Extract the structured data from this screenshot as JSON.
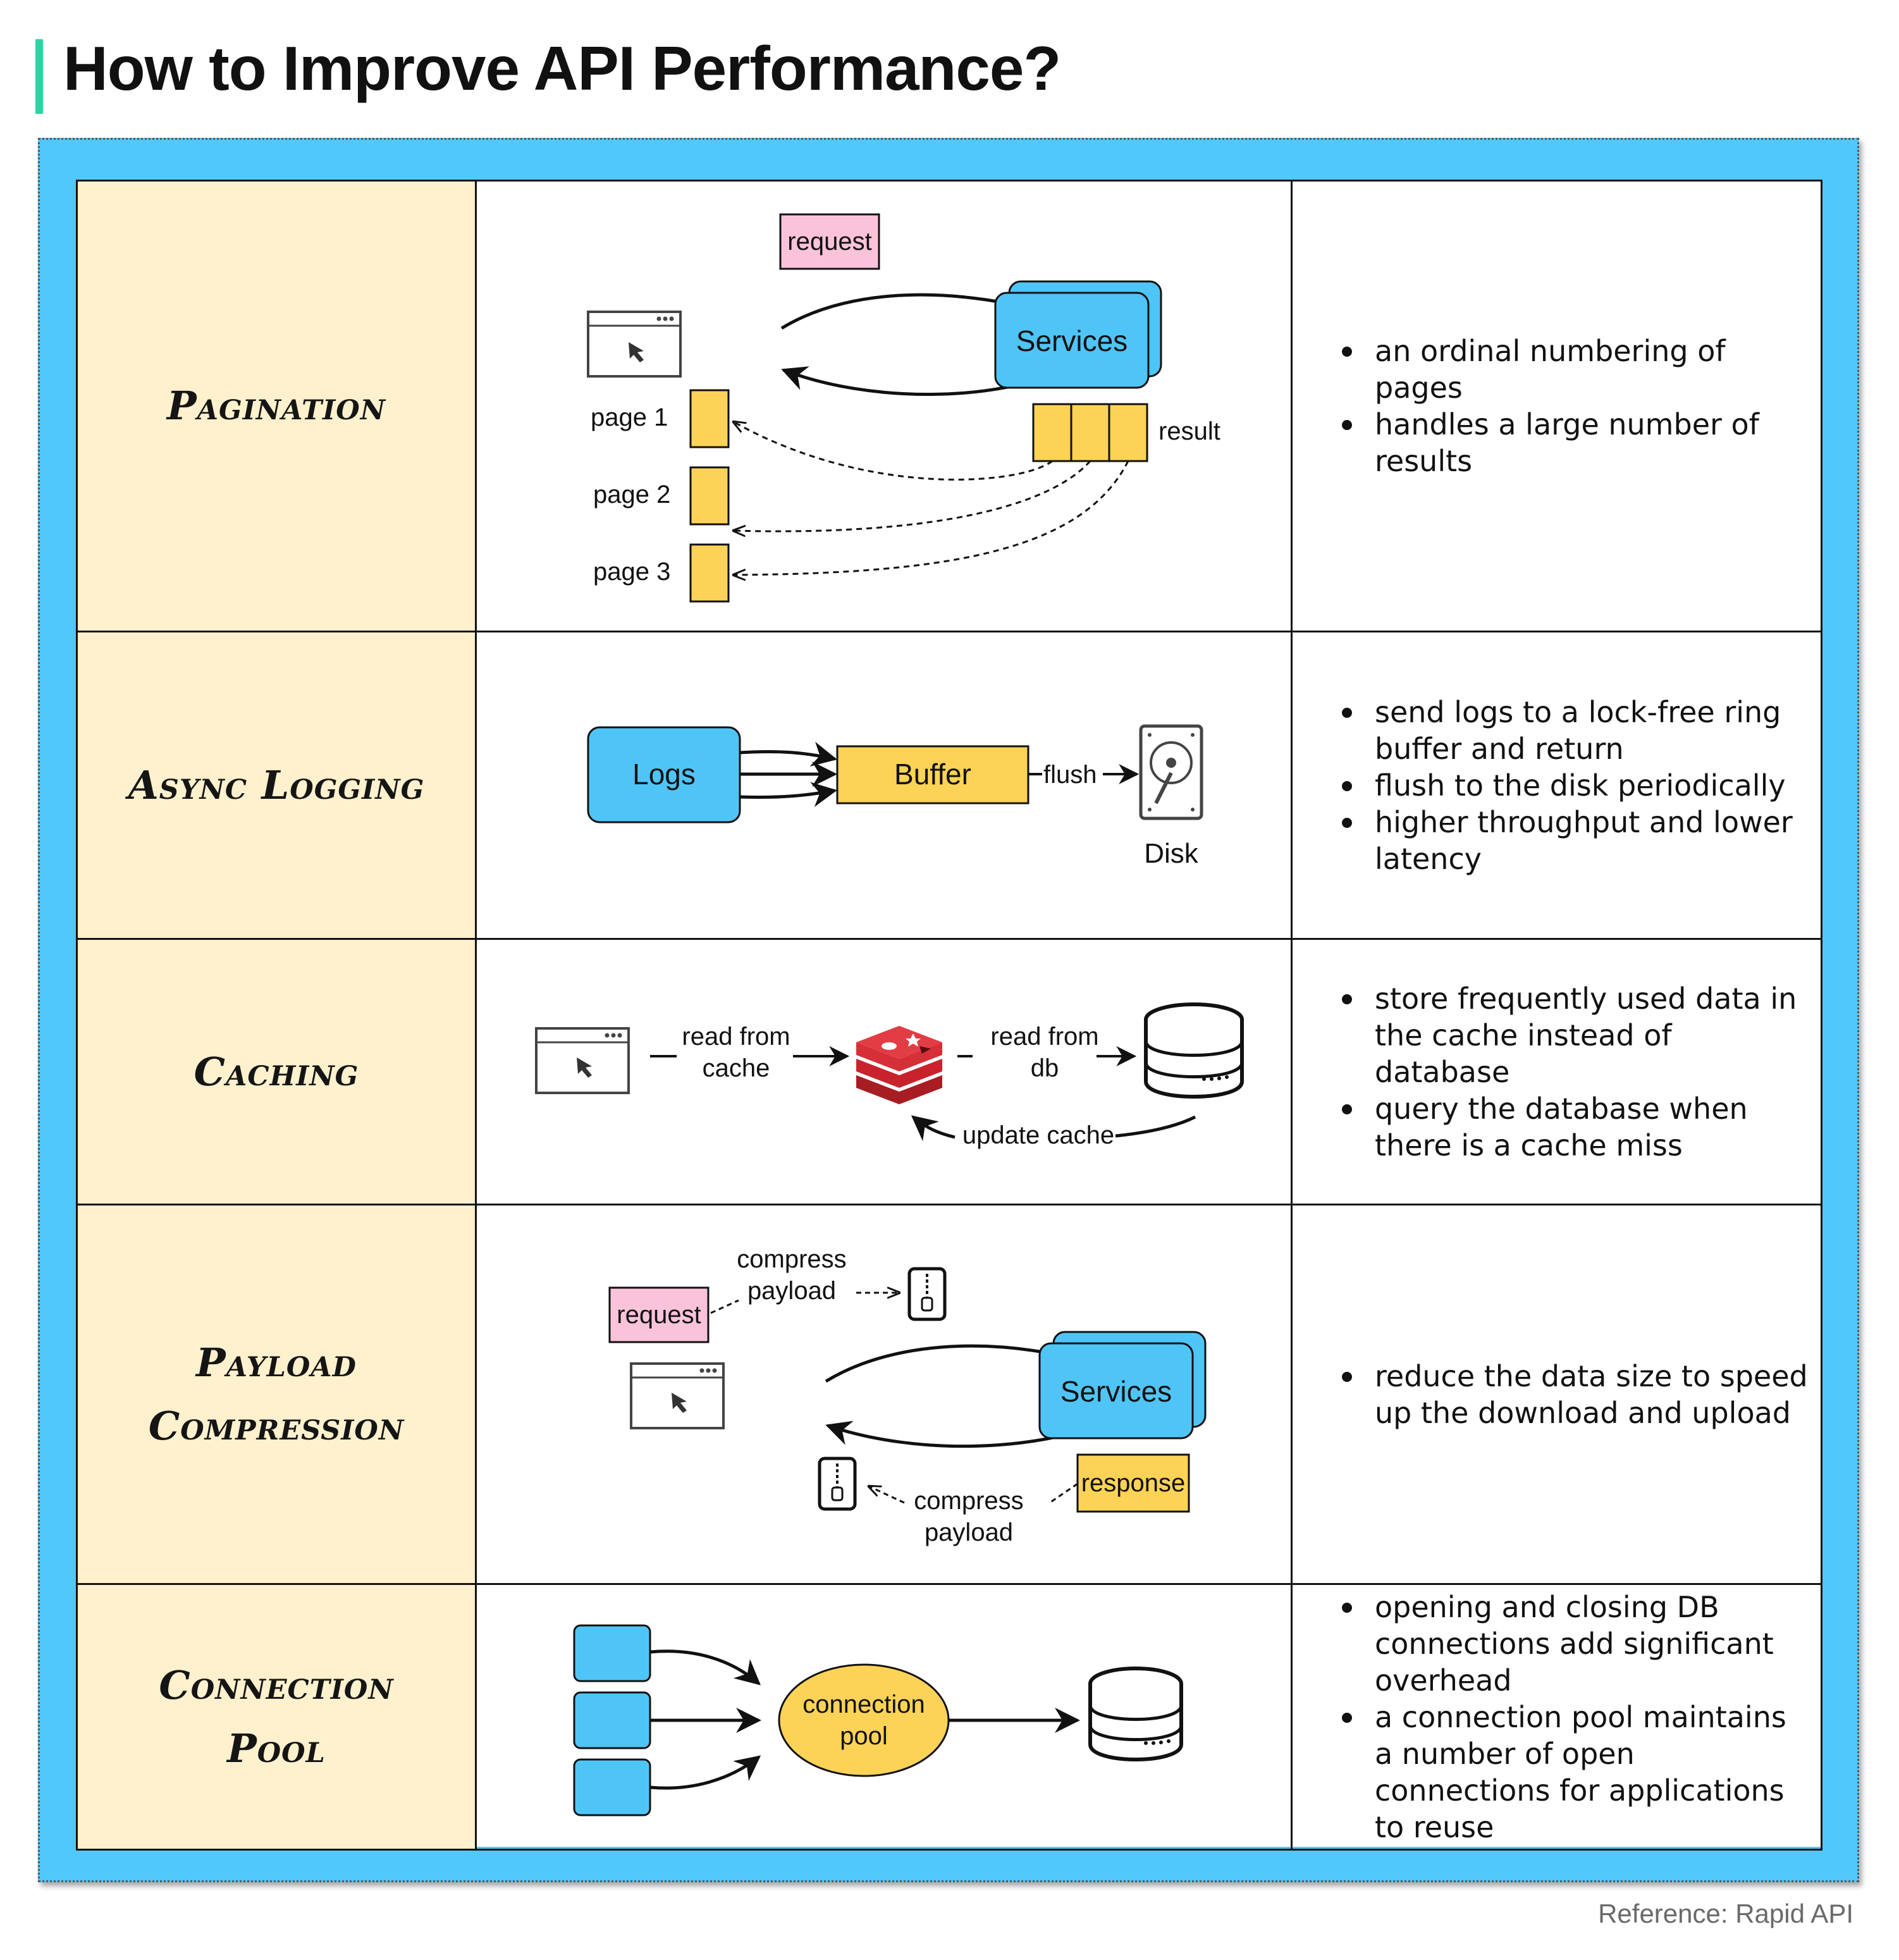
{
  "title": "How to Improve API Performance?",
  "reference": "Reference: Rapid API",
  "colors": {
    "accent": "#2fd3a4",
    "frame": "#51c8fb",
    "name_cell": "#fff1cd",
    "service": "#4fc5f7",
    "yellow": "#fdd357",
    "pink": "#fbc3d9",
    "redis": "#c8232c"
  },
  "rows": [
    {
      "name": "Pagination",
      "bullets": [
        "an ordinal numbering of pages",
        "handles a large number of results"
      ],
      "diagram": {
        "request": "request",
        "services": "Services",
        "result": "result",
        "pages": [
          "page 1",
          "page 2",
          "page 3"
        ]
      }
    },
    {
      "name": "Async Logging",
      "bullets": [
        "send logs to a lock-free ring buffer and return",
        "flush to the disk periodically",
        "higher throughput and lower latency"
      ],
      "diagram": {
        "logs": "Logs",
        "buffer": "Buffer",
        "flush": "flush",
        "disk": "Disk"
      }
    },
    {
      "name": "Caching",
      "bullets": [
        "store frequently used data in the cache instead of database",
        "query the database when there is a cache miss"
      ],
      "diagram": {
        "read_cache": [
          "read from",
          "cache"
        ],
        "read_db": [
          "read from",
          "db"
        ],
        "update": "update cache"
      }
    },
    {
      "name": "Payload Compression",
      "name_lines": [
        "Payload",
        "Compression"
      ],
      "bullets": [
        "reduce the data size to speed up the download and upload"
      ],
      "diagram": {
        "request": "request",
        "services": "Services",
        "response": "response",
        "compress_top": [
          "compress",
          "payload"
        ],
        "compress_bottom": [
          "compress",
          "payload"
        ]
      }
    },
    {
      "name": "Connection Pool",
      "name_lines": [
        "Connection",
        "Pool"
      ],
      "bullets": [
        "opening and closing DB connections add significant overhead",
        "a connection pool maintains a number of open connections for applications to reuse"
      ],
      "diagram": {
        "pool": [
          "connection",
          "pool"
        ]
      }
    }
  ]
}
